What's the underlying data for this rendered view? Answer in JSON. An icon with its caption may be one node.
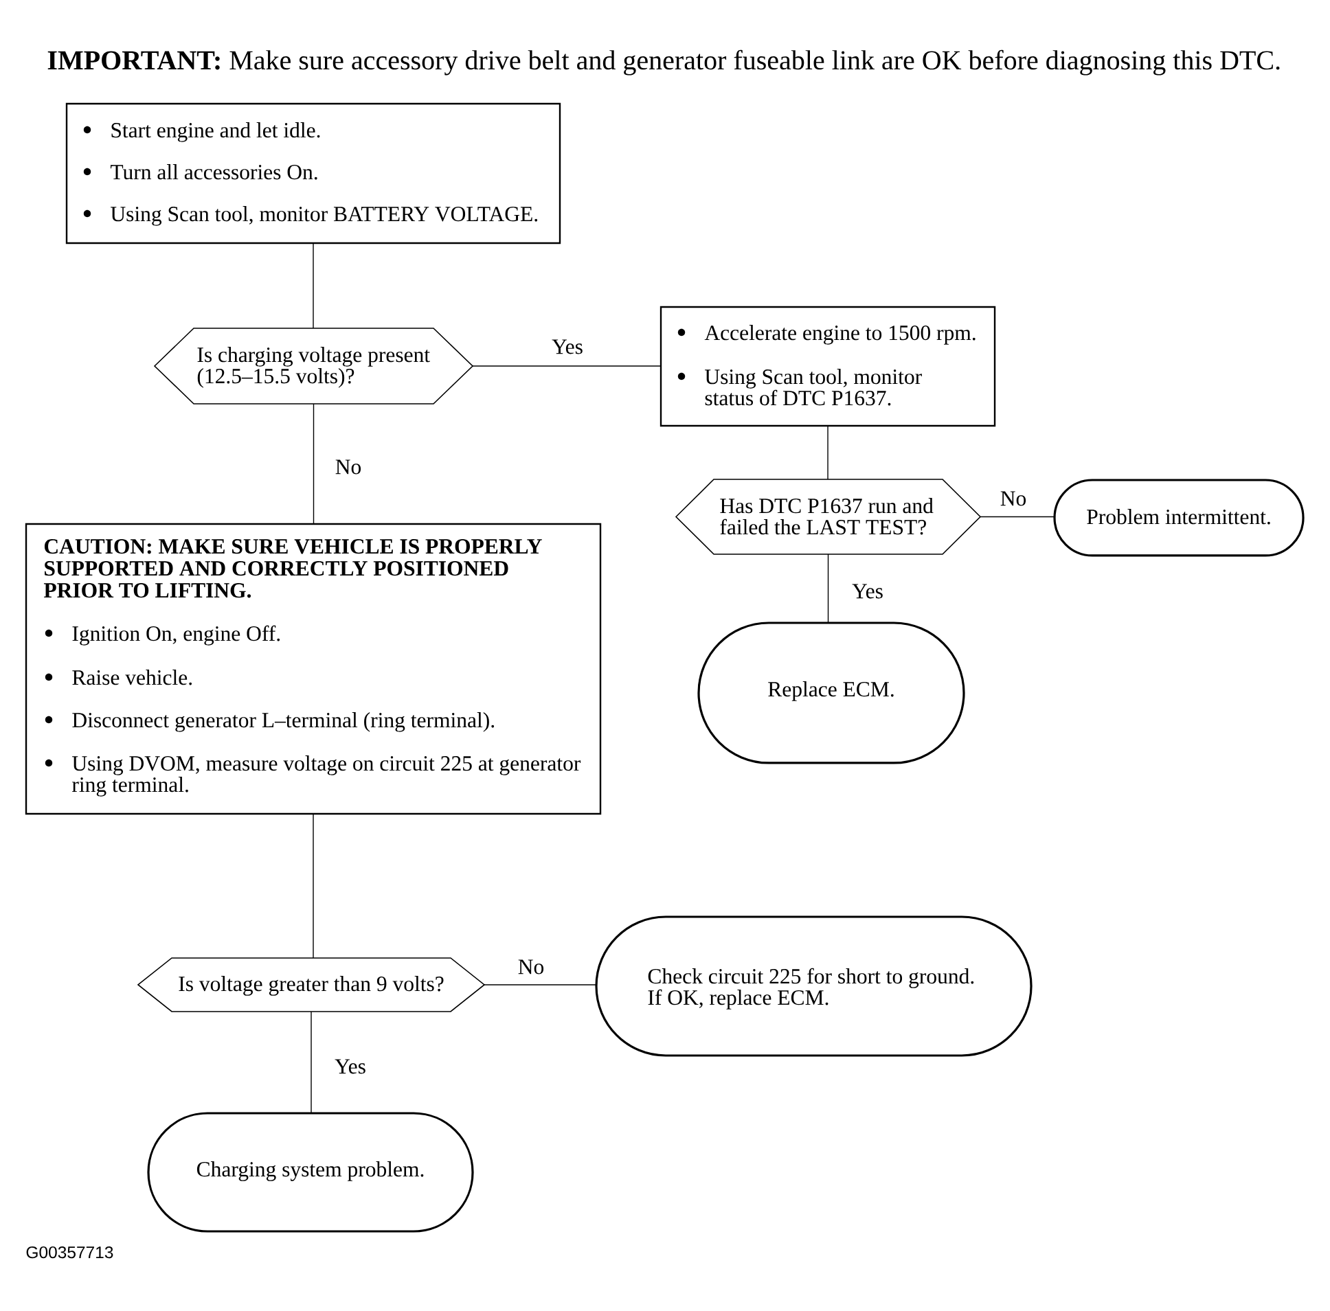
{
  "diagram": {
    "title": "**IMPORTANT:** Make sure accessory drive belt and generator fuseable link are OK before diagnosing this DTC.",
    "nodes": [
      {
        "text": [
          "Start engine and let idle.",
          "Turn all accessories On.",
          "Using Scan tool, monitor BATTERY VOLTAGE."
        ]
      },
      {
        "text": [
          "Is charging voltage present (12.5–15.5 volts)?"
        ]
      },
      {
        "text": [
          "Accelerate engine to 1500 rpm.",
          "Using Scan tool, monitor status of DTC P1637."
        ]
      },
      {
        "text": [
          "Has DTC P1637 run and failed the LAST TEST?"
        ]
      },
      {
        "text": [
          "Problem intermittent."
        ]
      },
      {
        "text": [
          "Replace ECM."
        ]
      },
      {
        "text": [
          "CAUTION: MAKE SURE VEHICLE IS PROPERLY SUPPORTED AND CORRECTLY POSITIONED PRIOR TO LIFTING.",
          "Ignition On, engine Off.",
          "Raise vehicle.",
          "Disconnect generator L–terminal (ring terminal).",
          "Using DVOM, measure voltage on circuit 225 at generator ring terminal."
        ]
      },
      {
        "text": [
          "Is voltage greater than 9 volts?"
        ]
      },
      {
        "text": [
          "Check circuit 225 for short to ground. If OK, replace ECM."
        ]
      },
      {
        "text": [
          "Charging system problem."
        ]
      }
    ],
    "edges": [
      {
        "from": 0,
        "to": 1,
        "arrow": "none"
      },
      {
        "from": 1,
        "to": 2,
        "arrow": "none",
        "label": "Yes"
      },
      {
        "from": 1,
        "to": 6,
        "arrow": "none",
        "label": "No"
      },
      {
        "from": 2,
        "to": 3,
        "arrow": "none"
      },
      {
        "from": 3,
        "to": 4,
        "arrow": "none",
        "label": "No"
      },
      {
        "from": 3,
        "to": 5,
        "arrow": "none",
        "label": "Yes"
      },
      {
        "from": 6,
        "to": 7,
        "arrow": "none"
      },
      {
        "from": 7,
        "to": 8,
        "arrow": "none",
        "label": "No"
      },
      {
        "from": 7,
        "to": 9,
        "arrow": "none",
        "label": "Yes"
      }
    ],
    "labels": [
      "G00357713"
    ]
  }
}
